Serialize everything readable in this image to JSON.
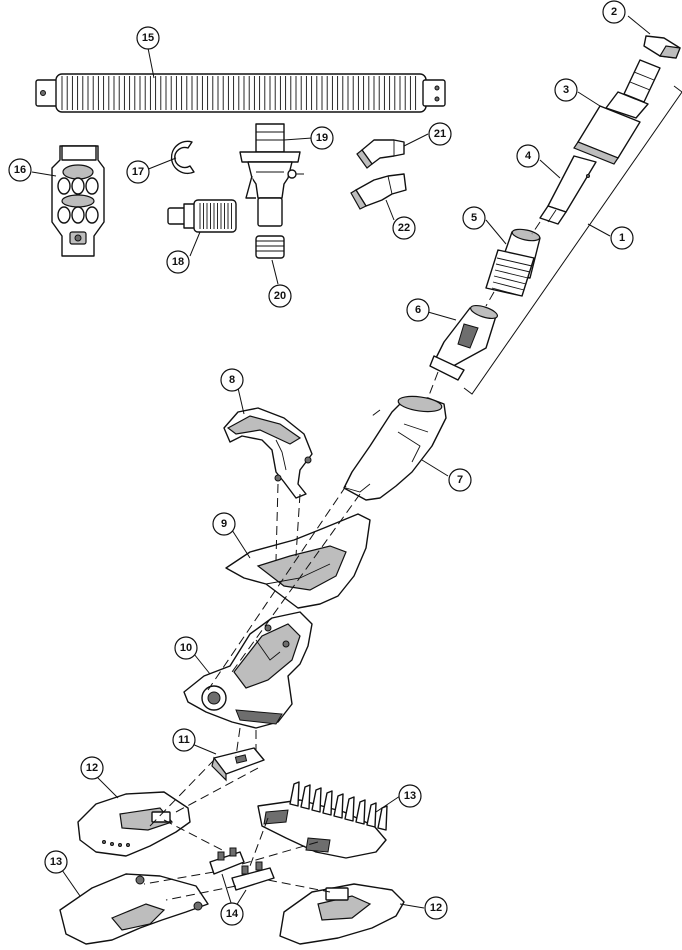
{
  "callouts": [
    {
      "id": "c1",
      "label": "1"
    },
    {
      "id": "c2",
      "label": "2"
    },
    {
      "id": "c3",
      "label": "3"
    },
    {
      "id": "c4",
      "label": "4"
    },
    {
      "id": "c5",
      "label": "5"
    },
    {
      "id": "c6",
      "label": "6"
    },
    {
      "id": "c7",
      "label": "7"
    },
    {
      "id": "c8",
      "label": "8"
    },
    {
      "id": "c9",
      "label": "9"
    },
    {
      "id": "c10",
      "label": "10"
    },
    {
      "id": "c11",
      "label": "11"
    },
    {
      "id": "c12a",
      "label": "12"
    },
    {
      "id": "c12b",
      "label": "12"
    },
    {
      "id": "c13a",
      "label": "13"
    },
    {
      "id": "c13b",
      "label": "13"
    },
    {
      "id": "c14",
      "label": "14"
    },
    {
      "id": "c15",
      "label": "15"
    },
    {
      "id": "c16",
      "label": "16"
    },
    {
      "id": "c17",
      "label": "17"
    },
    {
      "id": "c18",
      "label": "18"
    },
    {
      "id": "c19",
      "label": "19"
    },
    {
      "id": "c20",
      "label": "20"
    },
    {
      "id": "c21",
      "label": "21"
    },
    {
      "id": "c22",
      "label": "22"
    }
  ]
}
